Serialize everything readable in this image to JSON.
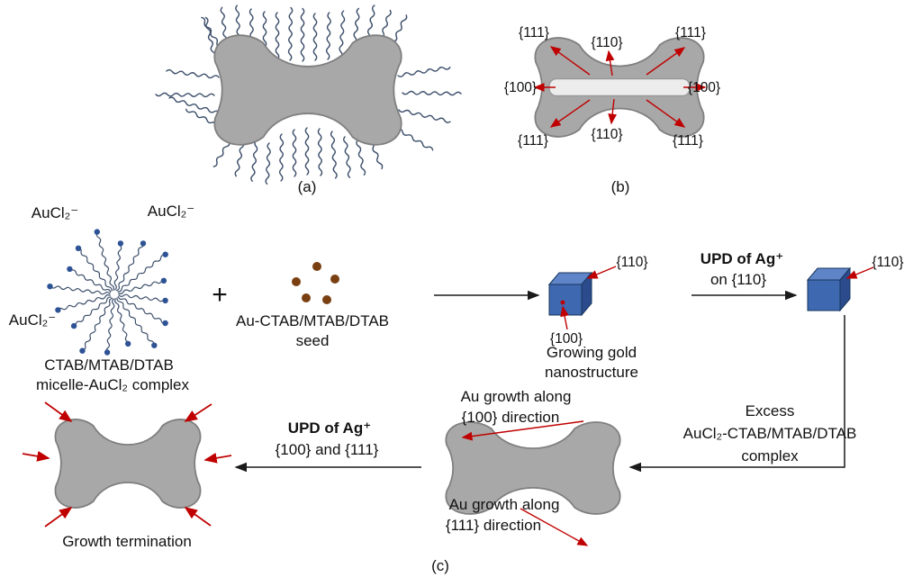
{
  "colors": {
    "shape_gray": "#a8a8a8",
    "shape_stroke": "#7f7f7f",
    "inner_rect": "#ececec",
    "chain_blue": "#3d4f6b",
    "micelle_dot": "#2e5395",
    "seed_brown": "#7a4012",
    "cube_front": "#3e68b0",
    "cube_top": "#5f84c8",
    "cube_side": "#2b4b8c",
    "red": "#c00000",
    "arrow_black": "#1a1a1a"
  },
  "panel_a": {
    "label": "(a)"
  },
  "panel_b": {
    "label": "(b)",
    "facet_top_left": "{111}",
    "facet_top_center": "{110}",
    "facet_top_right": "{111}",
    "facet_mid_left": "{100}",
    "facet_mid_right": "{100}",
    "facet_bottom_left": "{111}",
    "facet_bottom_center": "{110}",
    "facet_bottom_right": "{111}"
  },
  "panel_c": {
    "label": "(c)",
    "aucl2_top_left": "AuCl₂⁻",
    "aucl2_top_right": "AuCl₂⁻",
    "aucl2_left": "AuCl₂⁻",
    "micelle_caption_line1": "CTAB/MTAB/DTAB",
    "micelle_caption_line2": "micelle-AuCl₂ complex",
    "plus": "+",
    "seed_caption_line1": "Au-CTAB/MTAB/DTAB",
    "seed_caption_line2": "seed",
    "cube1_facet_110": "{110}",
    "cube1_facet_100": "{100}",
    "cube1_caption_line1": "Growing gold",
    "cube1_caption_line2": "nanostructure",
    "upd1_line1": "UPD of Ag⁺",
    "upd1_line2": "on {110}",
    "cube2_facet_110": "{110}",
    "excess_line1": "Excess",
    "excess_line2": "AuCl₂-CTAB/MTAB/DTAB",
    "excess_line3": "complex",
    "growth100_line1": "Au growth along",
    "growth100_line2": "{100} direction",
    "growth111_line1": "Au growth along",
    "growth111_line2": "{111} direction",
    "upd2_line1": "UPD of Ag⁺",
    "upd2_line2": "{100} and {111}",
    "termination_caption": "Growth termination"
  }
}
